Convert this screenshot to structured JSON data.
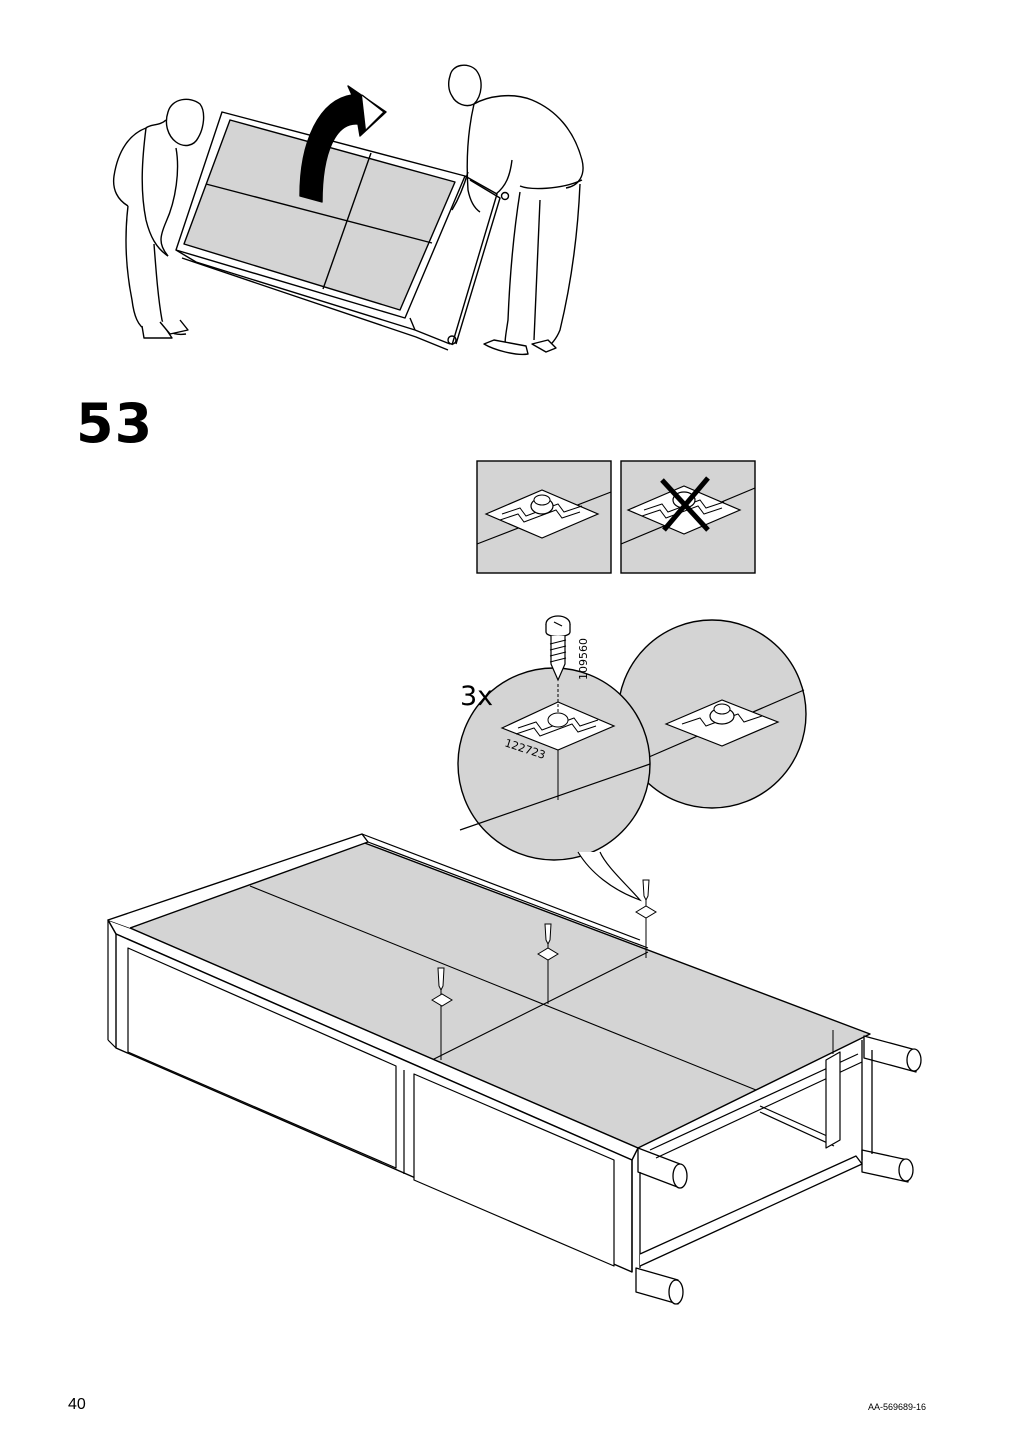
{
  "page": {
    "step_number": "53",
    "page_number": "40",
    "doc_code": "AA-569689-16"
  },
  "detail": {
    "quantity": "3x",
    "screw_part": "109560",
    "plate_part": "122723"
  },
  "colors": {
    "panel_fill": "#d4d4d4",
    "line": "#000000",
    "background": "#ffffff"
  },
  "icons": {
    "correct": "fitting-correct-icon",
    "wrong": "fitting-wrong-icon",
    "rotate": "rotate-arrow-icon"
  }
}
